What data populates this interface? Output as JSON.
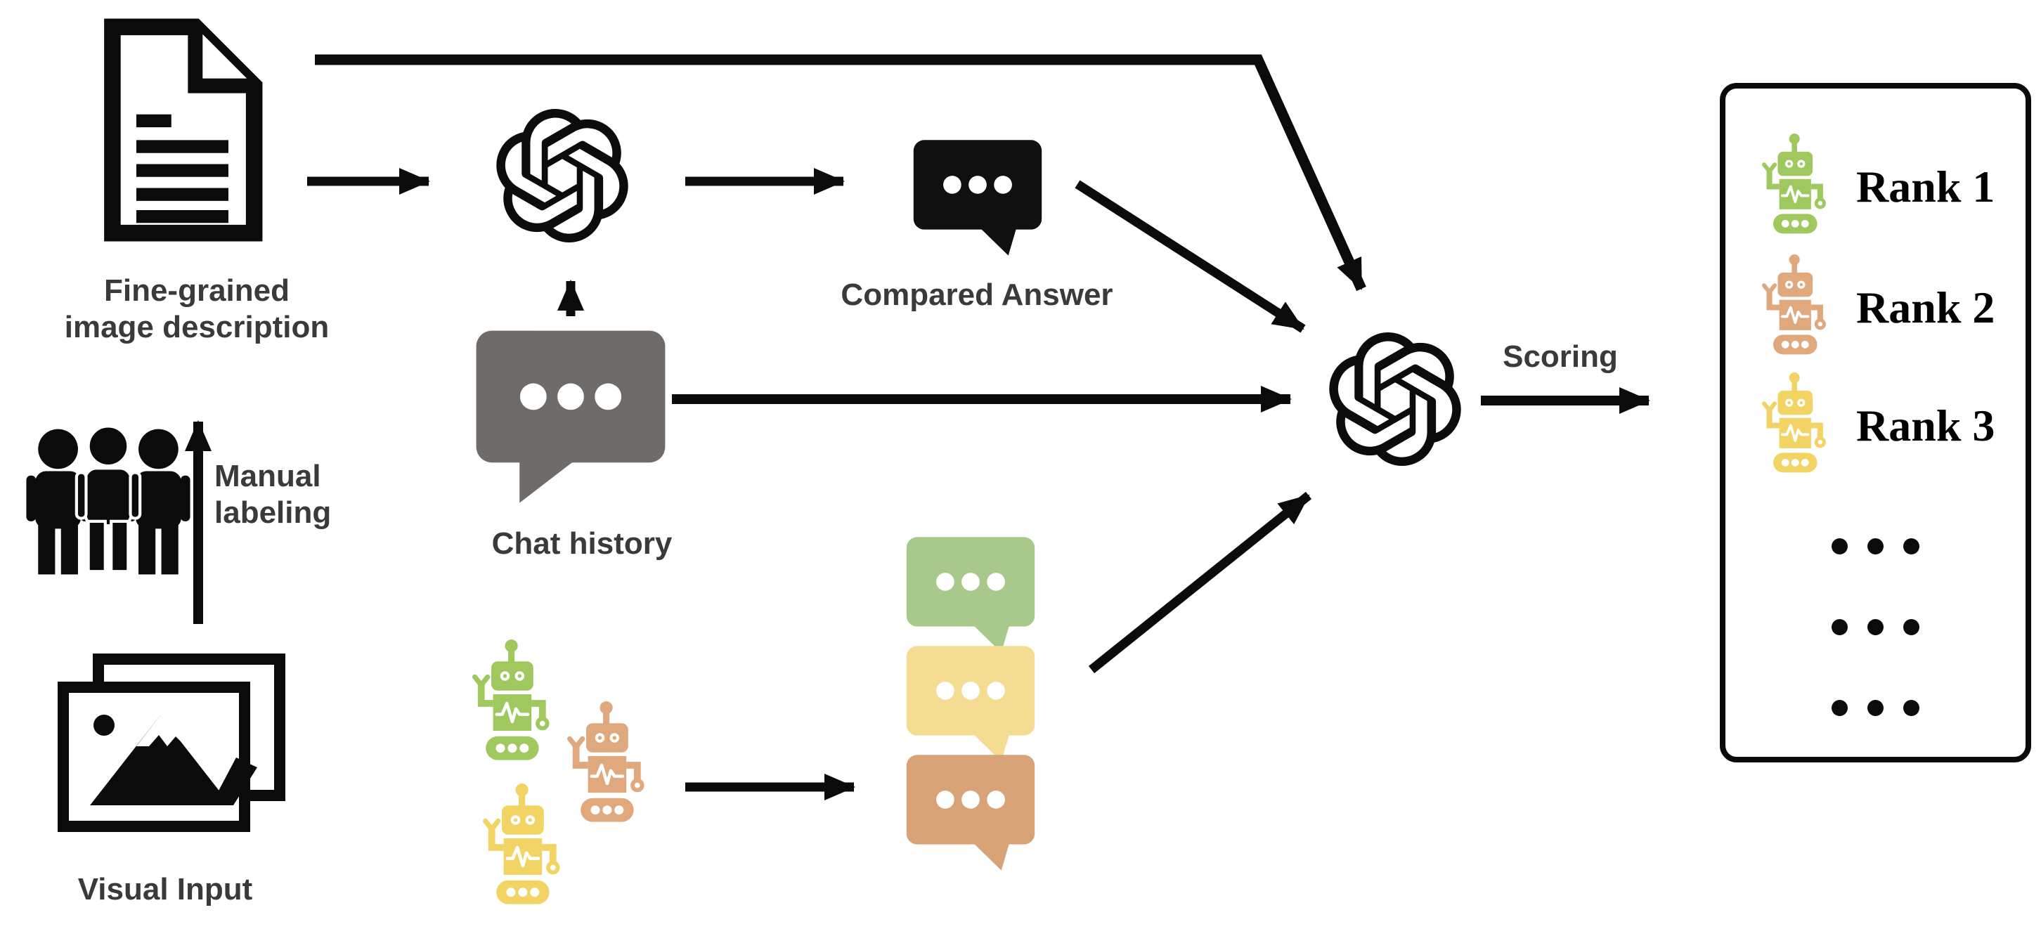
{
  "labels": {
    "fine_grained_line1": "Fine-grained",
    "fine_grained_line2": "image description",
    "manual_line1": "Manual",
    "manual_line2": "labeling",
    "visual_input": "Visual Input",
    "chat_history": "Chat history",
    "compared_answer": "Compared Answer",
    "scoring": "Scoring"
  },
  "ranking": {
    "items": [
      {
        "label": "Rank 1"
      },
      {
        "label": "Rank 2"
      },
      {
        "label": "Rank 3"
      }
    ],
    "ellipsis_rows": 3,
    "dots_per_row": 3
  },
  "icons": {
    "document": "document-icon",
    "people": "group-of-people-icon",
    "photos": "stacked-photos-icon",
    "chat_bubble": "chat-bubble-icon",
    "llm": "openai-logo-icon",
    "robot": "robot-icon"
  },
  "colors": {
    "arrow": "#0b0b0b",
    "label_text": "#3a3a3a",
    "bubble_gray": "#6f6b68",
    "bubble_black": "#101010",
    "bubble_green": "#a9c98c",
    "bubble_yellow": "#f4dd92",
    "bubble_orange": "#d8a376",
    "robot_green": "#9fc95e",
    "robot_orange": "#dfa87d",
    "robot_yellow": "#f1d464"
  }
}
